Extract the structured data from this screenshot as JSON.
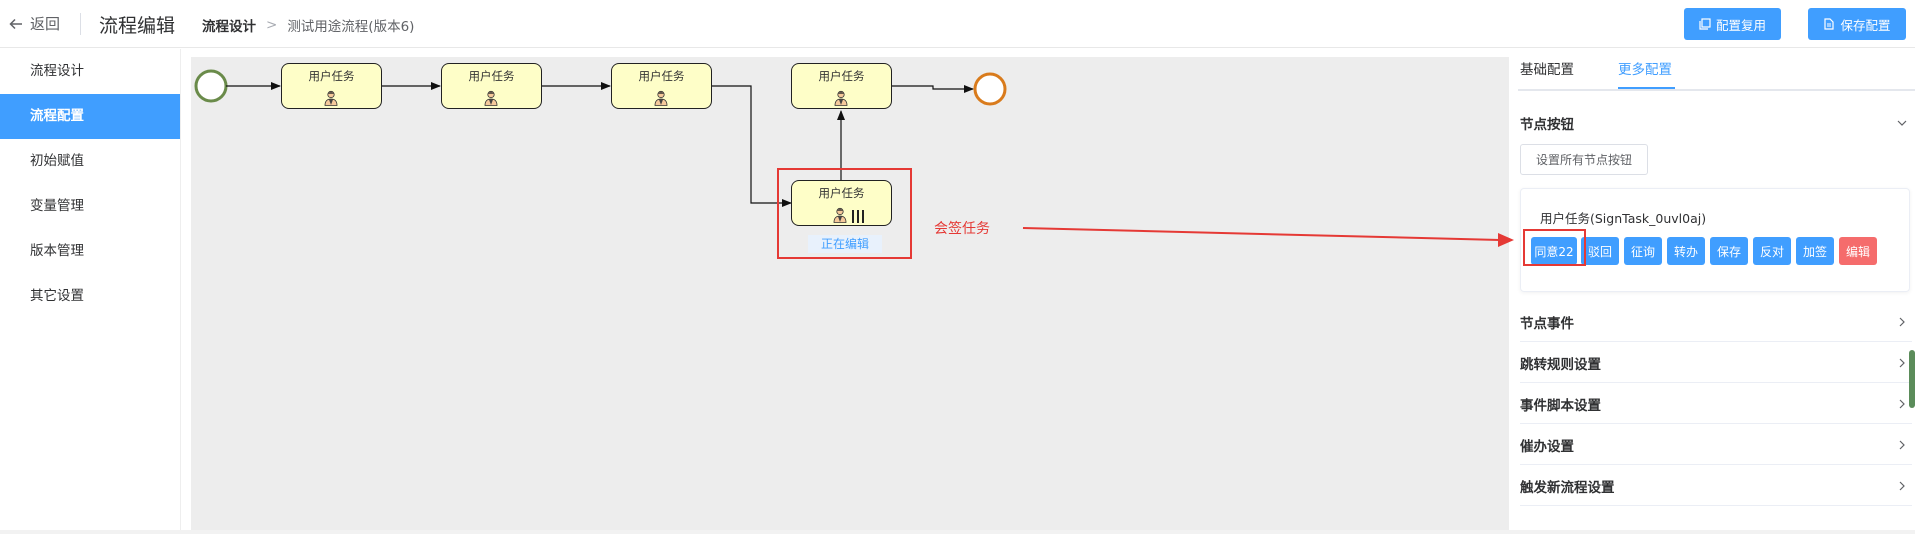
{
  "header": {
    "back_label": "返回",
    "title": "流程编辑",
    "breadcrumb": [
      "流程设计",
      "测试用途流程(版本6)"
    ],
    "breadcrumb_sep": ">",
    "buttons": {
      "reuse_config": "配置复用",
      "save_config": "保存配置"
    },
    "accent_color": "#409eff"
  },
  "sidebar": {
    "items": [
      {
        "label": "流程设计",
        "active": false
      },
      {
        "label": "流程配置",
        "active": true
      },
      {
        "label": "初始赋值",
        "active": false
      },
      {
        "label": "变量管理",
        "active": false
      },
      {
        "label": "版本管理",
        "active": false
      },
      {
        "label": "其它设置",
        "active": false
      }
    ]
  },
  "diagram": {
    "task_label": "用户任务",
    "editing_tag": "正在编辑",
    "annotation": "会签任务",
    "colors": {
      "start": "#6a8b4a",
      "end": "#d97b1c",
      "task_fill": "#fefec8",
      "annotation": "#e53935"
    }
  },
  "panel": {
    "tabs": [
      {
        "label": "基础配置",
        "active": false
      },
      {
        "label": "更多配置",
        "active": true
      }
    ],
    "node_buttons": {
      "title": "节点按钮",
      "set_all": "设置所有节点按钮",
      "card_title": "用户任务(SignTask_0uvl0aj)",
      "buttons": [
        "同意22",
        "驳回",
        "征询",
        "转办",
        "保存",
        "反对",
        "加签",
        "编辑"
      ]
    },
    "sections": [
      "节点事件",
      "跳转规则设置",
      "事件脚本设置",
      "催办设置",
      "触发新流程设置"
    ]
  }
}
